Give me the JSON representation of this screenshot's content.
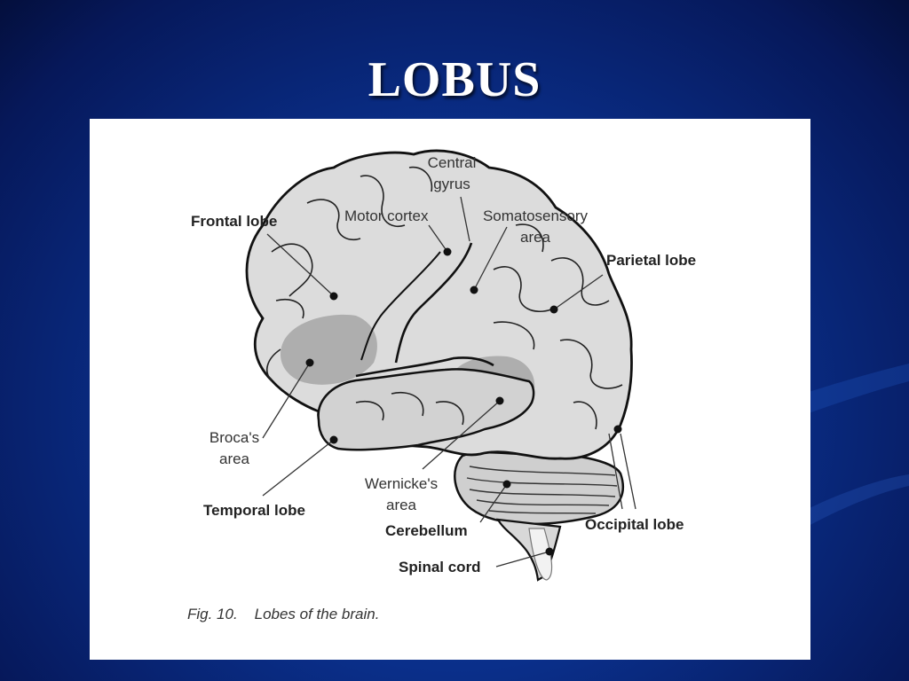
{
  "slide": {
    "title": "LOBUS",
    "background_color": "#0a2f8a",
    "title_color": "#ffffff"
  },
  "figure": {
    "labels": {
      "central_gyrus": "Central gyrus",
      "central_gyrus_line1": "Central",
      "central_gyrus_line2": "gyrus",
      "frontal_lobe": "Frontal lobe",
      "motor_cortex": "Motor cortex",
      "somatosensory_line1": "Somatosensory",
      "somatosensory_line2": "area",
      "parietal_lobe": "Parietal lobe",
      "brocas_line1": "Broca's",
      "brocas_line2": "area",
      "temporal_lobe": "Temporal lobe",
      "wernickes_line1": "Wernicke's",
      "wernickes_line2": "area",
      "cerebellum": "Cerebellum",
      "occipital_lobe": "Occipital lobe",
      "spinal_cord": "Spinal cord"
    },
    "caption_number": "Fig. 10.",
    "caption_text": "Lobes of the brain.",
    "colors": {
      "brain_fill": "#dcdcdc",
      "highlight_area": "#a8a8a8",
      "outline": "#111111"
    }
  }
}
